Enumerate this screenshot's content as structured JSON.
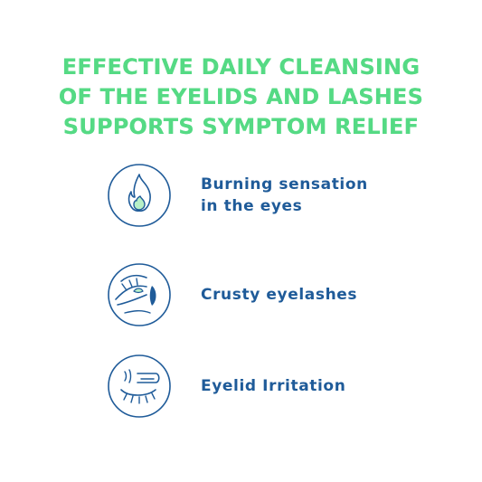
{
  "headline": {
    "line1": "EFFECTIVE DAILY CLEANSING",
    "line2": "OF THE EYELIDS AND LASHES",
    "line3": "SUPPORTS SYMPTOM RELIEF"
  },
  "symptoms": [
    {
      "icon": "flame-icon",
      "line1": "Burning sensation",
      "line2": "in the eyes"
    },
    {
      "icon": "crusty-eyelashes-icon",
      "line1": "Crusty eyelashes"
    },
    {
      "icon": "closed-eye-irritation-icon",
      "line1": "Eyelid Irritation"
    }
  ],
  "colors": {
    "headline": "#55da84",
    "icon_stroke": "#1f5b99",
    "icon_accent": "#b7f0c7",
    "label": "#1f5b99"
  }
}
